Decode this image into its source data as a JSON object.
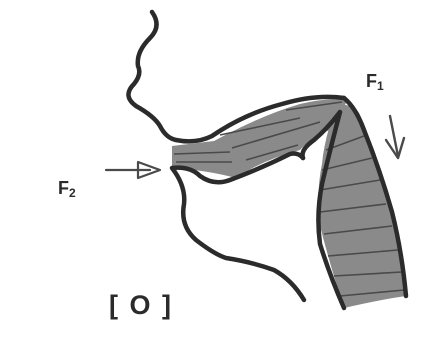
{
  "labels": {
    "f1_main": "F",
    "f1_sub": "1",
    "f2_main": "F",
    "f2_sub": "2",
    "vowel": "[ O ]"
  },
  "colors": {
    "ink": "#2b2b2b",
    "shade": "#8a8a8a",
    "hatch": "#4a4a4a",
    "background": "#ffffff"
  }
}
